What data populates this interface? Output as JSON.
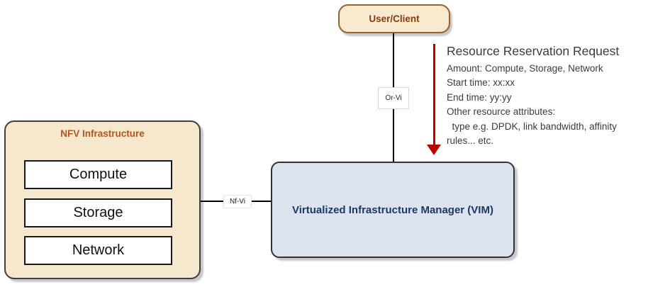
{
  "diagram": {
    "user_client": {
      "label": "User/Client"
    },
    "nfv_infrastructure": {
      "title": "NFV Infrastructure",
      "components": [
        {
          "label": "Compute"
        },
        {
          "label": "Storage"
        },
        {
          "label": "Network"
        }
      ]
    },
    "vim": {
      "label": "Virtualized Infrastructure Manager (VIM)"
    },
    "connectors": {
      "or_vi": {
        "label": "Or-Vi"
      },
      "nf_vi": {
        "label": "Nf-Vi"
      }
    },
    "annotation": {
      "title": "Resource Reservation Request",
      "lines": [
        "Amount: Compute, Storage, Network",
        "Start time: xx:xx",
        "End time: yy:yy",
        "Other resource attributes:",
        "  type e.g. DPDK, link bandwidth, affinity",
        "rules... etc."
      ]
    },
    "colors": {
      "tan_fill": "#f6e8cd",
      "tan_border": "#96622d",
      "nfv_title_orange": "#b4541e",
      "user_text_brown": "#843c0c",
      "vim_fill": "#dae3ee",
      "vim_text_navy": "#1f3864",
      "arrow_red": "#c00000",
      "connector_black": "#000000",
      "annotation_gray": "#3b3b3b"
    }
  }
}
